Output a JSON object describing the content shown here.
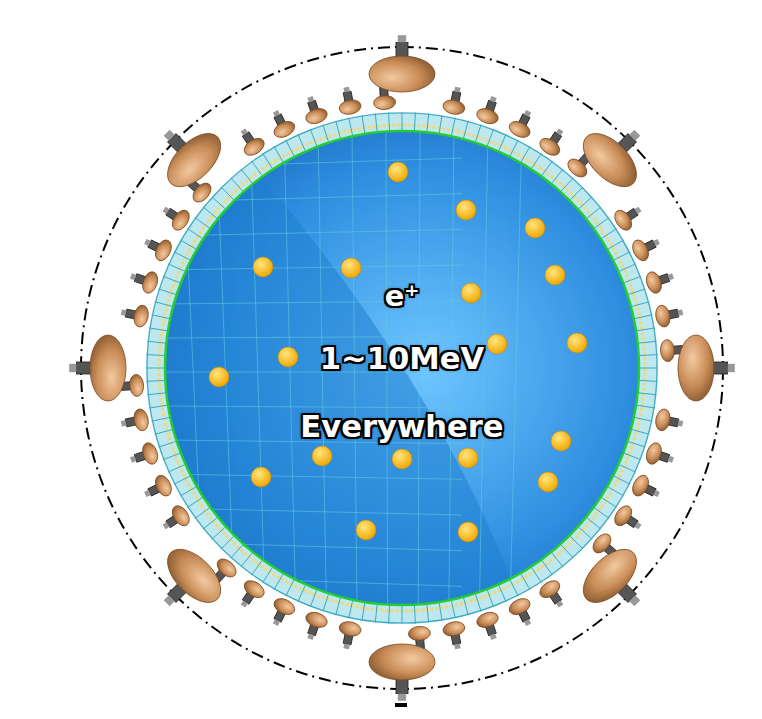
{
  "diagram": {
    "nodes": [
      {
        "text": [
          "e⁺",
          "1~10MeV",
          "Everywhere"
        ]
      }
    ]
  }
}
